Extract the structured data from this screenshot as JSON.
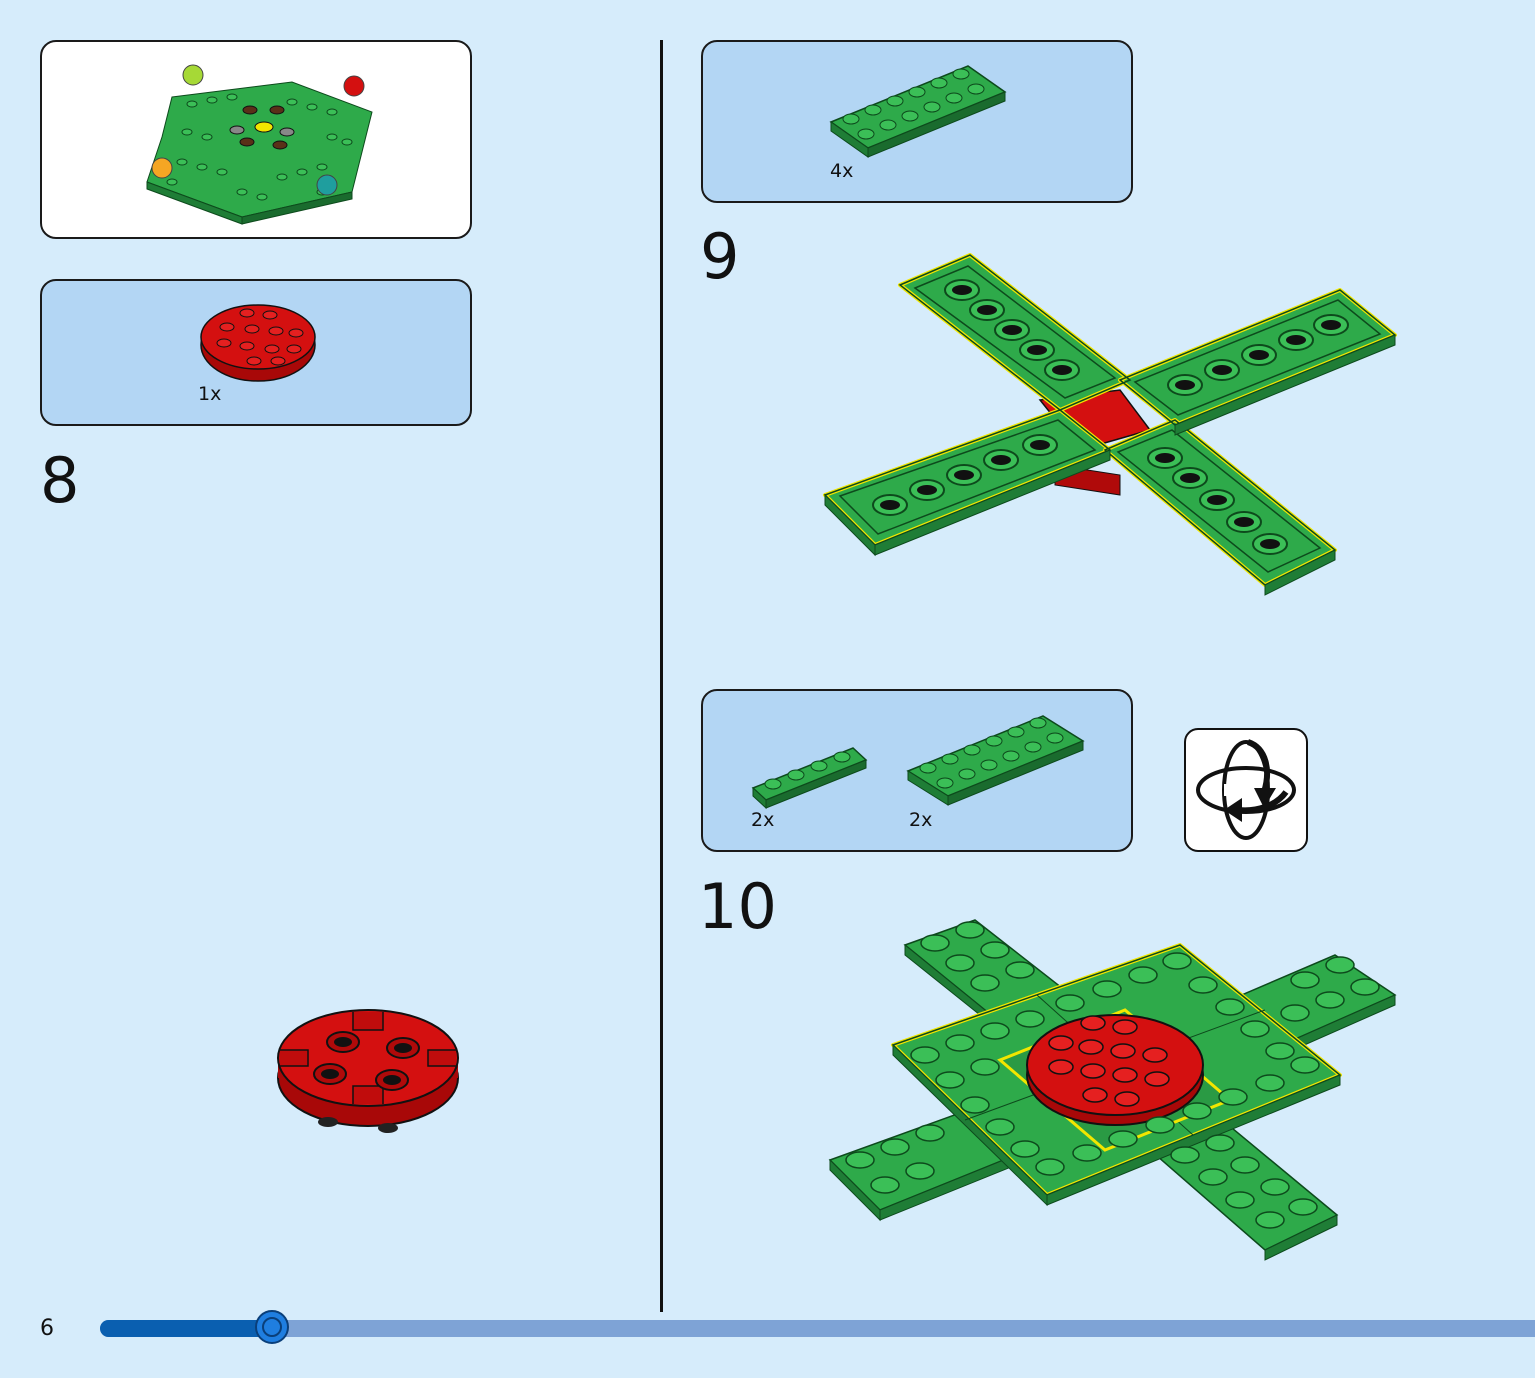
{
  "steps": {
    "step8": {
      "number": "8",
      "parts": [
        {
          "qty": "1x",
          "icon": "red-round-plate-4x4"
        }
      ],
      "assembly_icon": "red-round-plate"
    },
    "step9": {
      "number": "9",
      "parts": [
        {
          "qty": "4x",
          "icon": "green-plate-2x6"
        }
      ],
      "assembly_icon": "green-cross-assembly"
    },
    "step10": {
      "number": "10",
      "parts": [
        {
          "qty": "2x",
          "icon": "green-plate-1x4"
        },
        {
          "qty": "2x",
          "icon": "green-plate-2x6"
        }
      ],
      "assembly_icon": "green-base-assembly",
      "rotate_icon": "rotate-model-icon"
    }
  },
  "preview_icon": "completed-model-preview",
  "footer": {
    "page_number": "6",
    "progress": 0.12
  },
  "colors": {
    "background": "#d6ecfb",
    "parts_panel": "#b3d6f4",
    "brick_green": "#2eaa4a",
    "brick_red": "#d41010",
    "highlight": "#f2e600",
    "progress_fill": "#0a5fb0",
    "progress_track": "#7ea3d6"
  }
}
